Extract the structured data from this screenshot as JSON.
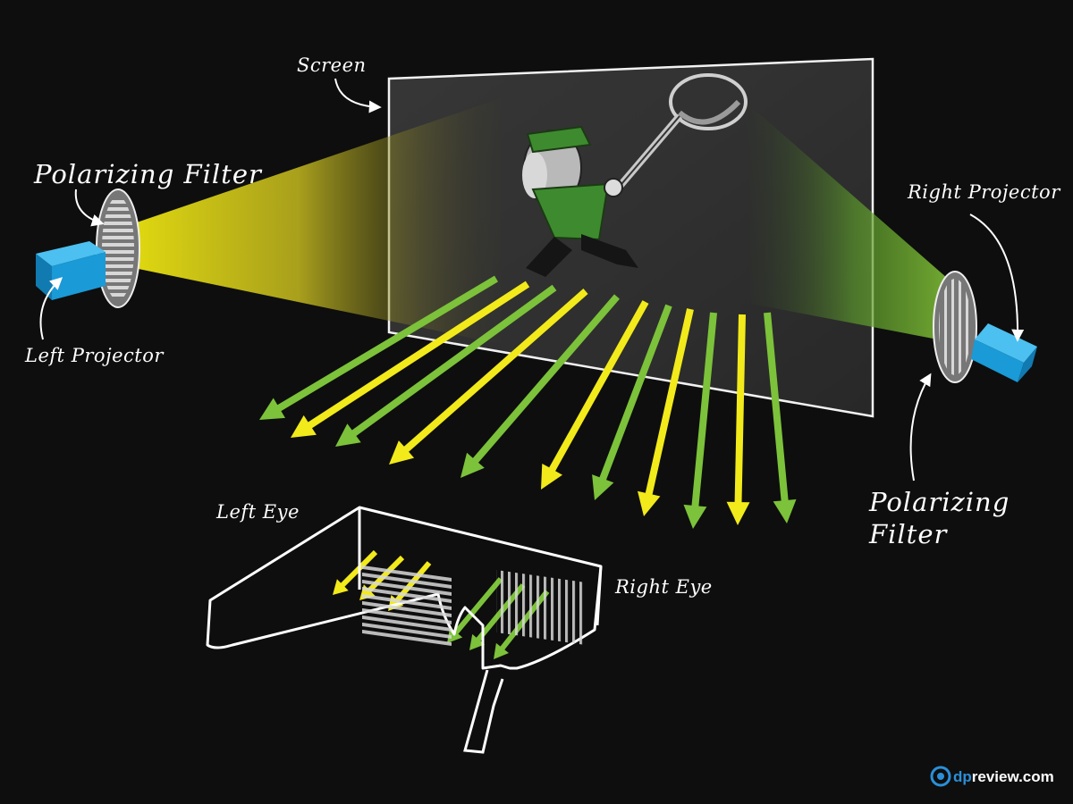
{
  "labels": {
    "screen": "Screen",
    "left_filter": "Polarizing Filter",
    "left_projector": "Left Projector",
    "right_projector": "Right Projector",
    "right_filter_line1": "Polarizing",
    "right_filter_line2": "Filter",
    "left_eye": "Left Eye",
    "right_eye": "Right Eye"
  },
  "watermark": {
    "accent": "dp",
    "rest": "review.com",
    "logo_icon": "dpreview-logo-icon"
  },
  "colors": {
    "background": "#0e0e0e",
    "left_beam": "#f2ea1a",
    "right_beam": "#7cc23a",
    "projector": "#1a9ad6",
    "screen": "#2b2b2b",
    "outline": "#ffffff"
  },
  "arrows": [
    {
      "color": "green"
    },
    {
      "color": "yellow"
    },
    {
      "color": "green"
    },
    {
      "color": "yellow"
    },
    {
      "color": "green"
    },
    {
      "color": "yellow"
    },
    {
      "color": "green"
    },
    {
      "color": "yellow"
    },
    {
      "color": "green"
    },
    {
      "color": "yellow"
    },
    {
      "color": "green"
    }
  ]
}
